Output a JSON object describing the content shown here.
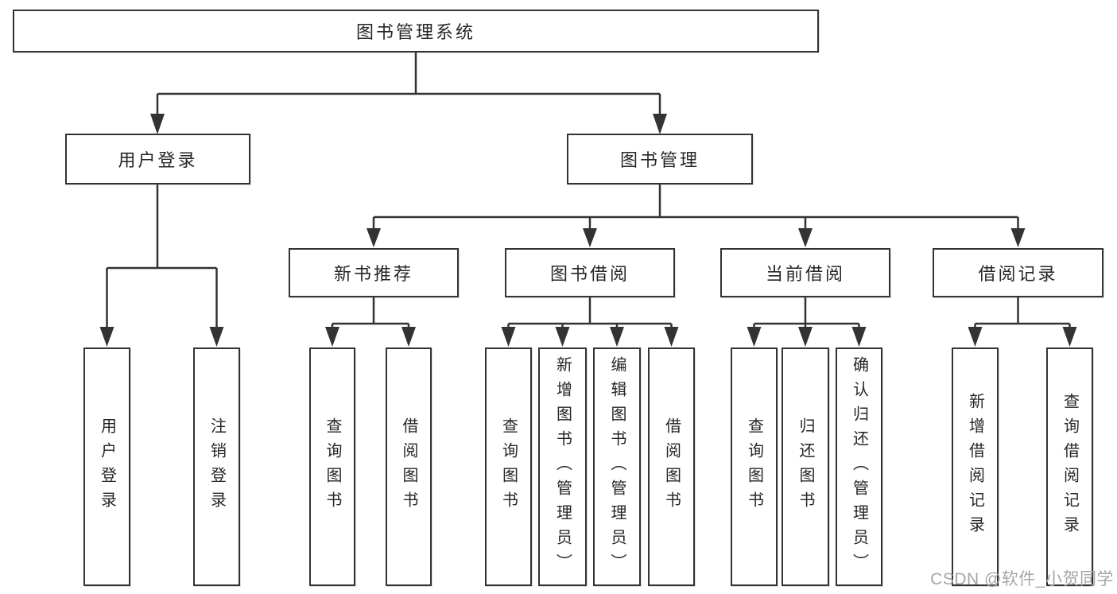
{
  "diagram": {
    "root": {
      "label": "图书管理系统"
    },
    "level2": [
      {
        "label": "用户登录"
      },
      {
        "label": "图书管理"
      }
    ],
    "level3": [
      {
        "label": "新书推荐"
      },
      {
        "label": "图书借阅"
      },
      {
        "label": "当前借阅"
      },
      {
        "label": "借阅记录"
      }
    ],
    "leaves": {
      "user": [
        {
          "label": "用户登录"
        },
        {
          "label": "注销登录"
        }
      ],
      "recommend": [
        {
          "label": "查询图书"
        },
        {
          "label": "借阅图书"
        }
      ],
      "borrow": [
        {
          "label": "查询图书"
        },
        {
          "label": "新增图书（管理员）"
        },
        {
          "label": "编辑图书（管理员）"
        },
        {
          "label": "借阅图书"
        }
      ],
      "current": [
        {
          "label": "查询图书"
        },
        {
          "label": "归还图书"
        },
        {
          "label": "确认归还（管理员）"
        }
      ],
      "records": [
        {
          "label": "新增借阅记录"
        },
        {
          "label": "查询借阅记录"
        }
      ]
    }
  },
  "watermark": {
    "text": "CSDN @软件_小贺同学"
  },
  "colors": {
    "line": "#333333",
    "text": "#262626",
    "background": "#ffffff",
    "watermark": "#a6a6a6"
  }
}
